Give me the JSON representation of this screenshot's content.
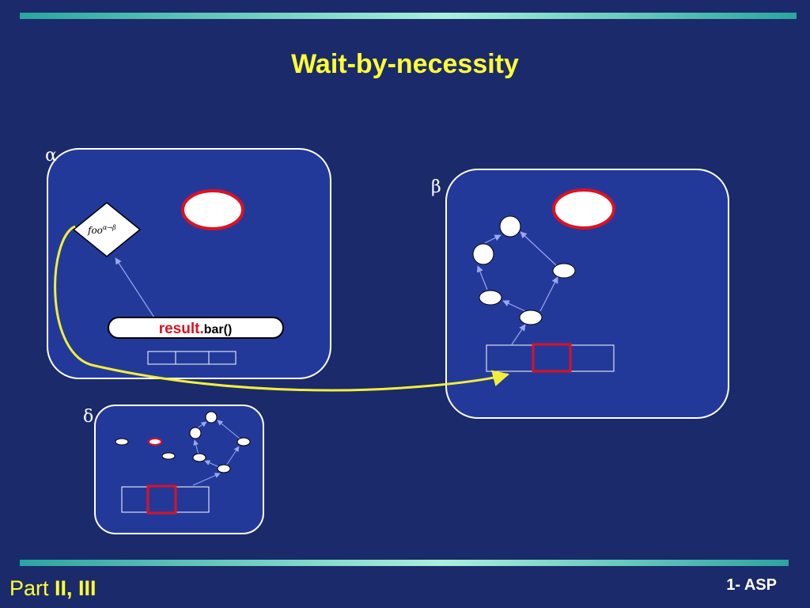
{
  "slide": {
    "title": "Wait-by-necessity",
    "footer_left_prefix": "Part ",
    "footer_left_bold": "II, III",
    "footer_right": "1- ASP"
  },
  "activities": {
    "alpha": {
      "label": "α"
    },
    "beta": {
      "label": "β"
    },
    "delta": {
      "label": "δ"
    }
  },
  "future": {
    "name": "foo",
    "superscript": "α→β"
  },
  "request": {
    "object": "result.",
    "method": "bar()"
  },
  "colors": {
    "background": "#1b2a6b",
    "activity_fill": "#23399a",
    "title": "#ffff33",
    "active_object_border": "#dd1122",
    "future_reference": "#f2ef3a",
    "reference_arrow": "#9aa8f0"
  }
}
